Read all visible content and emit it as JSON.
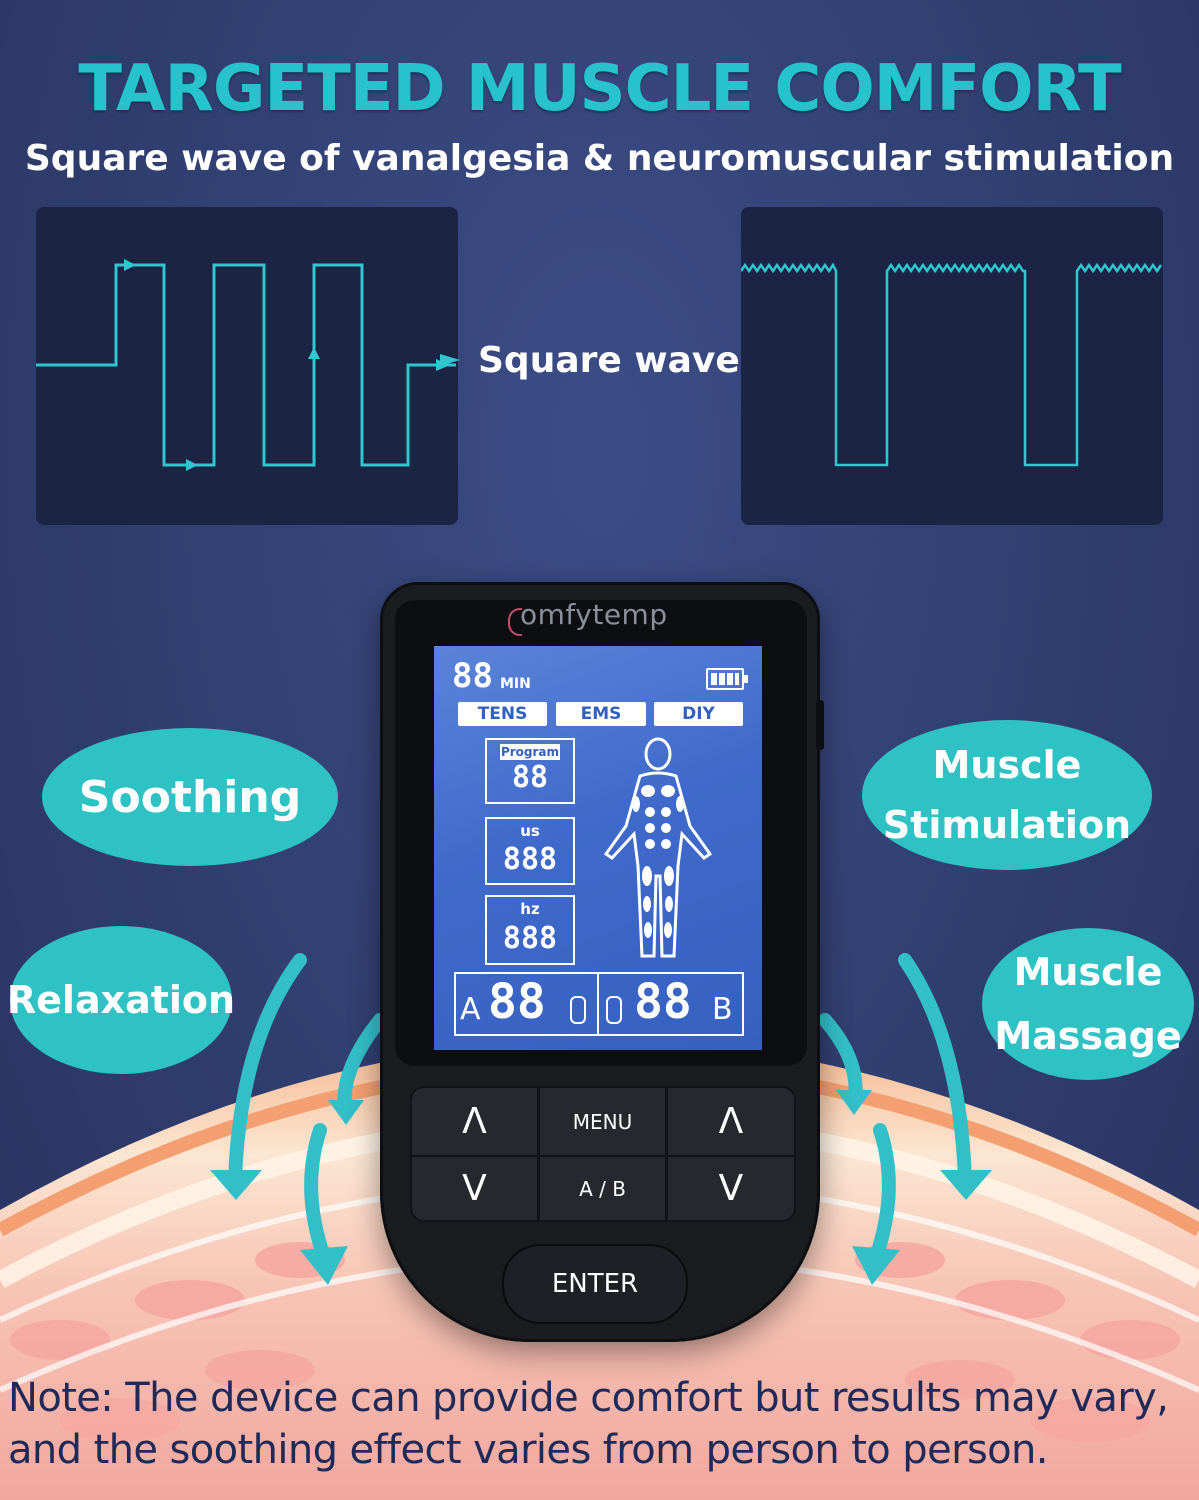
{
  "heading": {
    "title": "TARGETED MUSCLE COMFORT",
    "subtitle": "Square wave of vanalgesia & neuromuscular stimulation"
  },
  "wave": {
    "label": "Square wave"
  },
  "benefits": {
    "soothing": "Soothing",
    "relaxation": "Relaxation",
    "muscle_stimulation_line1": "Muscle",
    "muscle_stimulation_line2": "Stimulation",
    "muscle_massage_line1": "Muscle",
    "muscle_massage_line2": "Massage"
  },
  "device": {
    "brand": "omfytemp",
    "lcd": {
      "timer": "88",
      "timer_unit": "MIN",
      "modes": [
        "TENS",
        "EMS",
        "DIY"
      ],
      "program_label": "Program",
      "program_value": "88",
      "us_label": "us",
      "us_value": "888",
      "hz_label": "hz",
      "hz_value": "888",
      "channel_a_label": "A",
      "channel_a_value": "88",
      "channel_b_label": "B",
      "channel_b_value": "88"
    },
    "buttons": {
      "up_a": "Λ",
      "down_a": "V",
      "menu": "MENU",
      "ab": "A / B",
      "up_b": "Λ",
      "down_b": "V",
      "enter": "ENTER"
    }
  },
  "note": {
    "line1": "Note: The device can provide comfort but results may vary,",
    "line2": "and the soothing effect varies from person to person."
  },
  "colors": {
    "accent": "#27c2cc",
    "bubble": "#2ec2c4",
    "background": "#2f3d6e",
    "lcd": "#4570cc",
    "note_text": "#1f2a58"
  }
}
